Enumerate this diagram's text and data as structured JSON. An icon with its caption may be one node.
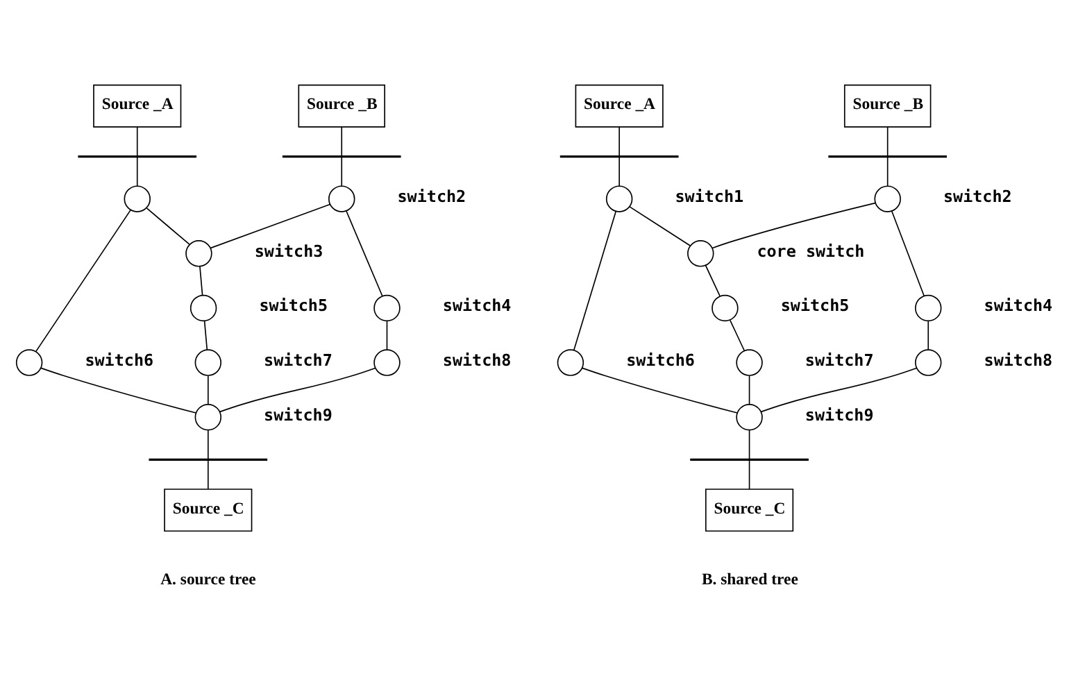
{
  "diagram": {
    "nodes": [
      {
        "text": [
          "Source _A"
        ]
      },
      {
        "text": [],
        "shape": "bar"
      },
      {
        "text": [],
        "shape": "circle"
      },
      {
        "text": [],
        "shape": "bar"
      },
      {
        "text": [
          "Source _B"
        ]
      },
      {
        "text": [],
        "shape": "circle",
        "beside": [
          "switch2"
        ]
      },
      {
        "text": [],
        "shape": "circle",
        "beside": [
          "switch3"
        ]
      },
      {
        "text": [],
        "shape": "circle",
        "beside": [
          "switch4"
        ]
      },
      {
        "text": [],
        "shape": "circle",
        "beside": [
          "switch5"
        ]
      },
      {
        "text": [],
        "shape": "circle",
        "beside": [
          "switch6"
        ]
      },
      {
        "text": [],
        "shape": "circle",
        "beside": [
          "switch7"
        ]
      },
      {
        "text": [],
        "shape": "circle",
        "beside": [
          "switch8"
        ]
      },
      {
        "text": [],
        "shape": "circle",
        "beside": [
          "switch9"
        ]
      },
      {
        "text": [],
        "shape": "bar"
      },
      {
        "text": [
          "Source _C"
        ]
      },
      {
        "text": [
          "Source _A"
        ]
      },
      {
        "text": [],
        "shape": "bar"
      },
      {
        "text": [],
        "shape": "circle",
        "beside": [
          "switch1"
        ]
      },
      {
        "text": [],
        "shape": "bar"
      },
      {
        "text": [
          "Source _B"
        ]
      },
      {
        "text": [],
        "shape": "circle",
        "beside": [
          "switch2"
        ]
      },
      {
        "text": [],
        "shape": "circle",
        "beside": [
          "core switch"
        ]
      },
      {
        "text": [],
        "shape": "circle",
        "beside": [
          "switch4"
        ]
      },
      {
        "text": [],
        "shape": "circle",
        "beside": [
          "switch5"
        ]
      },
      {
        "text": [],
        "shape": "circle",
        "beside": [
          "switch6"
        ]
      },
      {
        "text": [],
        "shape": "circle",
        "beside": [
          "switch7"
        ]
      },
      {
        "text": [],
        "shape": "circle",
        "beside": [
          "switch8"
        ]
      },
      {
        "text": [],
        "shape": "circle",
        "beside": [
          "switch9"
        ]
      },
      {
        "text": [],
        "shape": "bar"
      },
      {
        "text": [
          "Source _C"
        ]
      }
    ],
    "edges": [
      {
        "from": 0,
        "to": 1,
        "arrow": "none"
      },
      {
        "from": 1,
        "to": 2,
        "arrow": "none"
      },
      {
        "from": 4,
        "to": 3,
        "arrow": "none"
      },
      {
        "from": 3,
        "to": 5,
        "arrow": "none"
      },
      {
        "from": 2,
        "to": 6,
        "arrow": "none"
      },
      {
        "from": 5,
        "to": 6,
        "arrow": "none"
      },
      {
        "from": 2,
        "to": 9,
        "arrow": "none"
      },
      {
        "from": 5,
        "to": 7,
        "arrow": "none"
      },
      {
        "from": 6,
        "to": 8,
        "arrow": "none"
      },
      {
        "from": 7,
        "to": 11,
        "arrow": "none"
      },
      {
        "from": 8,
        "to": 10,
        "arrow": "none"
      },
      {
        "from": 9,
        "to": 12,
        "arrow": "none"
      },
      {
        "from": 10,
        "to": 12,
        "arrow": "none"
      },
      {
        "from": 11,
        "to": 12,
        "arrow": "none"
      },
      {
        "from": 12,
        "to": 13,
        "arrow": "none"
      },
      {
        "from": 13,
        "to": 14,
        "arrow": "none"
      },
      {
        "from": 15,
        "to": 16,
        "arrow": "none"
      },
      {
        "from": 16,
        "to": 17,
        "arrow": "none"
      },
      {
        "from": 19,
        "to": 18,
        "arrow": "none"
      },
      {
        "from": 18,
        "to": 20,
        "arrow": "none"
      },
      {
        "from": 17,
        "to": 21,
        "arrow": "none"
      },
      {
        "from": 20,
        "to": 21,
        "arrow": "none"
      },
      {
        "from": 17,
        "to": 24,
        "arrow": "none"
      },
      {
        "from": 20,
        "to": 22,
        "arrow": "none"
      },
      {
        "from": 21,
        "to": 23,
        "arrow": "none"
      },
      {
        "from": 22,
        "to": 26,
        "arrow": "none"
      },
      {
        "from": 23,
        "to": 25,
        "arrow": "none"
      },
      {
        "from": 24,
        "to": 27,
        "arrow": "none"
      },
      {
        "from": 25,
        "to": 27,
        "arrow": "none"
      },
      {
        "from": 26,
        "to": 27,
        "arrow": "none"
      },
      {
        "from": 27,
        "to": 28,
        "arrow": "none"
      },
      {
        "from": 28,
        "to": 29,
        "arrow": "none"
      }
    ],
    "labels": [
      "A. source tree",
      "B. shared tree"
    ]
  }
}
